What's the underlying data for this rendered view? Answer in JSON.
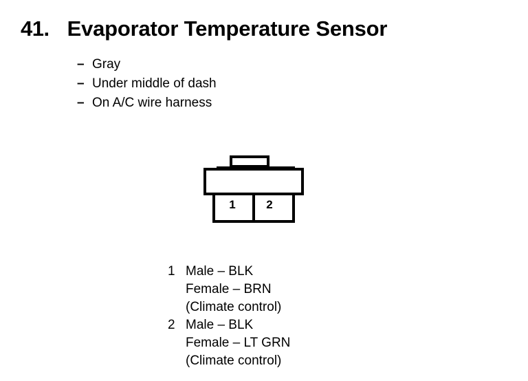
{
  "title": {
    "number": "41.",
    "text": "Evaporator Temperature Sensor"
  },
  "bullets": [
    {
      "dash": "–",
      "text": "Gray"
    },
    {
      "dash": "–",
      "text": "Under middle of dash"
    },
    {
      "dash": "–",
      "text": "On A/C wire harness"
    }
  ],
  "connector": {
    "pin1_label": "1",
    "pin2_label": "2"
  },
  "legend": [
    {
      "number": "1",
      "lines": [
        "Male – BLK",
        "Female – BRN",
        "(Climate control)"
      ]
    },
    {
      "number": "2",
      "lines": [
        "Male – BLK",
        "Female – LT GRN",
        "(Climate control)"
      ]
    }
  ]
}
